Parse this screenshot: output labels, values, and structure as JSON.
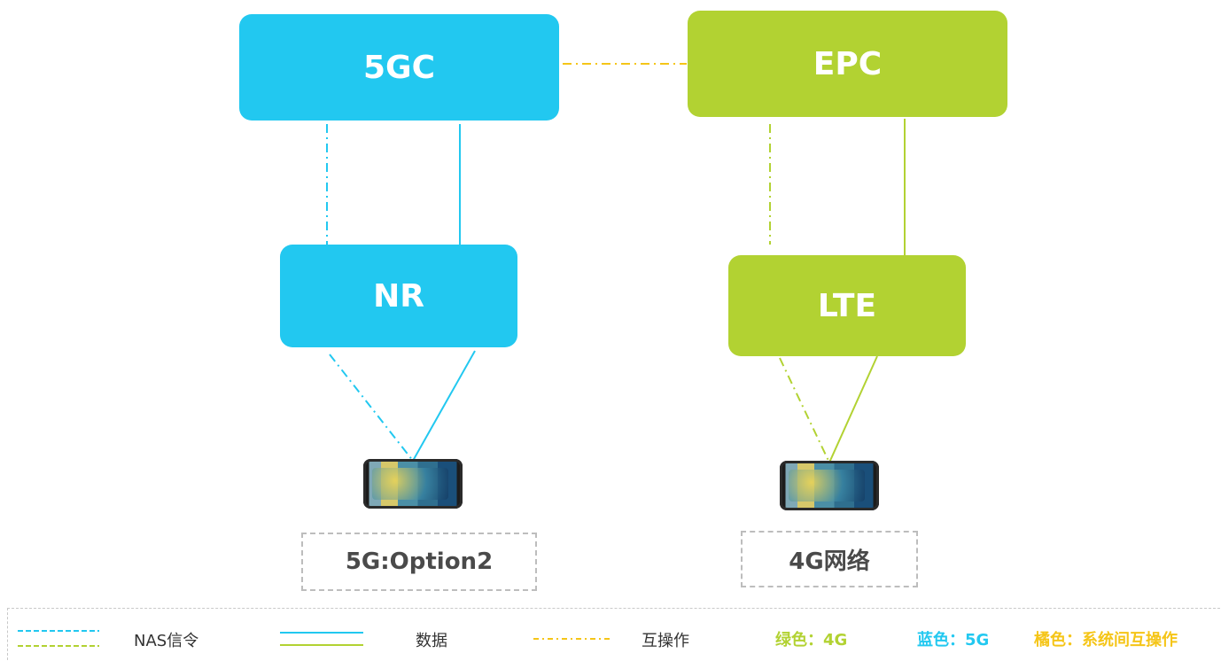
{
  "nodes": {
    "core_5g": "5GC",
    "core_4g": "EPC",
    "ran_5g": "NR",
    "ran_4g": "LTE"
  },
  "captions": {
    "left": "5G:Option2",
    "right": "4G网络"
  },
  "legend": {
    "nas_label": "NAS信令",
    "data_label": "数据",
    "interop_label": "互操作",
    "green_label": "绿色：4G",
    "blue_label": "蓝色：5G",
    "orange_label": "橘色：系统间互操作"
  },
  "colors": {
    "blue": "#22c8f0",
    "green": "#b2d232",
    "orange": "#f5c518"
  },
  "icons": {
    "terminal": "smartphone-icon"
  }
}
